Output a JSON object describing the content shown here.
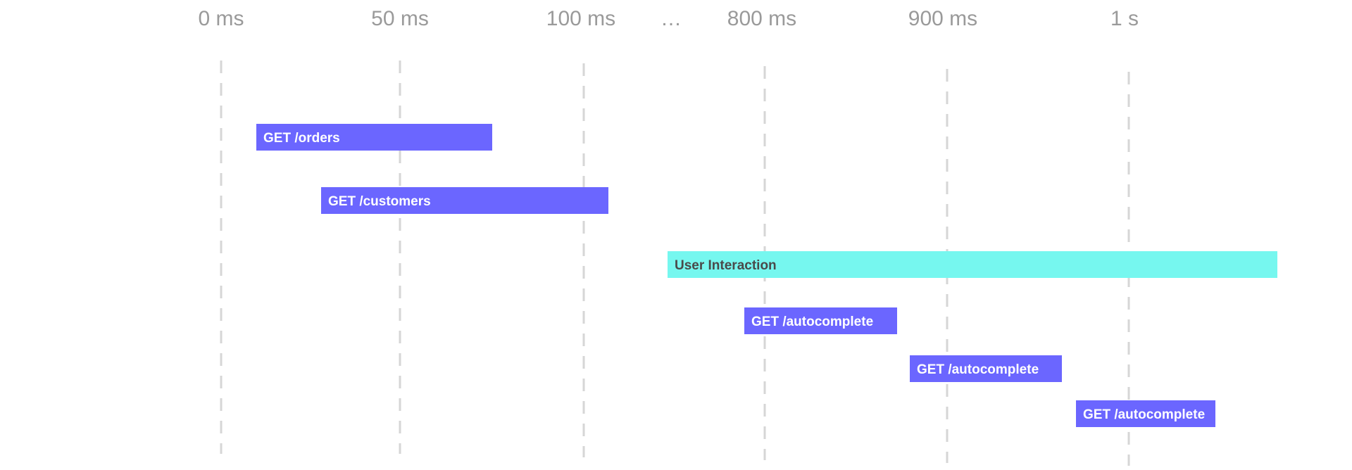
{
  "colors": {
    "request": "#6b66ff",
    "interaction": "#76f7ef",
    "request_text": "#ffffff",
    "interaction_text": "#4a4a4a",
    "gridline": "#d6d6d6",
    "tick_text": "#9a9a9a"
  },
  "axis": {
    "ticks": [
      {
        "label": "0 ms"
      },
      {
        "label": "50 ms"
      },
      {
        "label": "100 ms"
      },
      {
        "label": "…",
        "is_ellipsis": true
      },
      {
        "label": "800 ms"
      },
      {
        "label": "900 ms"
      },
      {
        "label": "1 s"
      }
    ]
  },
  "bars": [
    {
      "label": "GET /orders",
      "kind": "request"
    },
    {
      "label": "GET /customers",
      "kind": "request"
    },
    {
      "label": "User Interaction",
      "kind": "interaction"
    },
    {
      "label": "GET /autocomplete",
      "kind": "request"
    },
    {
      "label": "GET /autocomplete",
      "kind": "request"
    },
    {
      "label": "GET /autocomplete",
      "kind": "request"
    }
  ]
}
